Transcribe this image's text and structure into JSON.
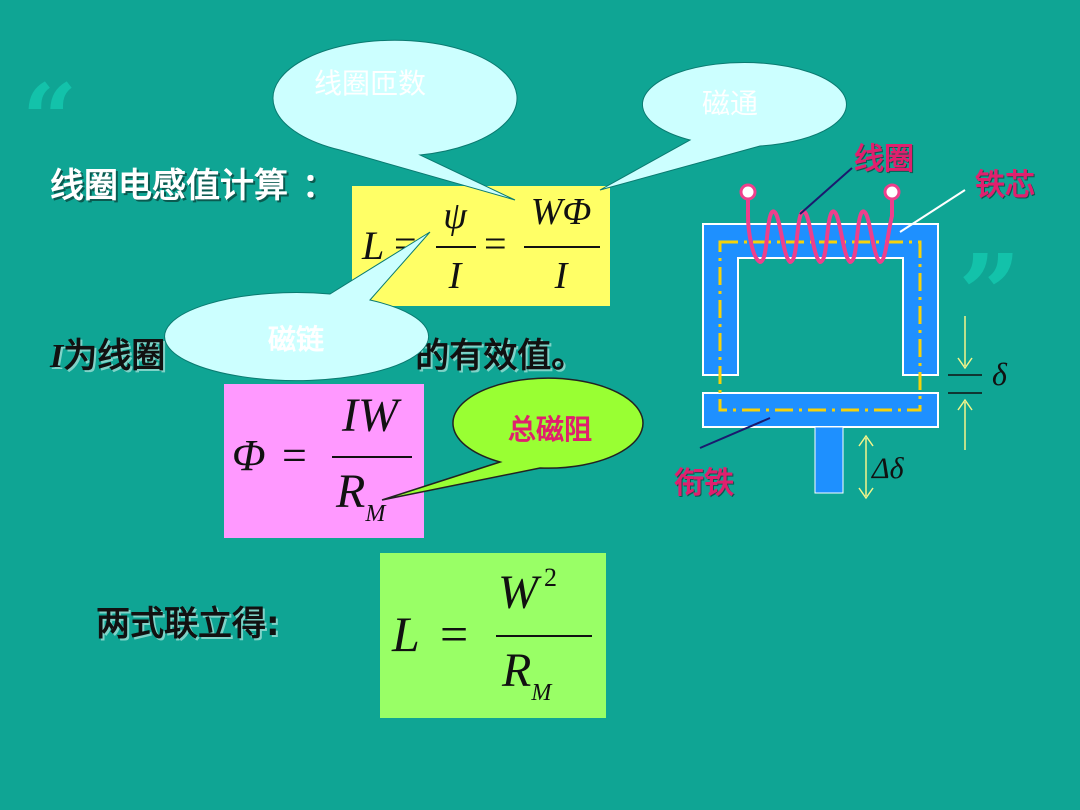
{
  "text": {
    "title": "线圈电感值计算",
    "title_colon": "：",
    "line2_prefix": "I",
    "line2_visible_a": "为线圈",
    "line2_visible_b": "的有效值。",
    "line3": "两式联立得:"
  },
  "formula1": {
    "lhs": "L",
    "frac1_num": "ψ",
    "frac1_den": "I",
    "eq": "=",
    "frac2_num": "WΦ",
    "frac2_den": "I"
  },
  "formula2": {
    "lhs": "Φ",
    "eq": "=",
    "num": "IW",
    "den_main": "R",
    "den_sub": "M"
  },
  "formula3": {
    "lhs": "L",
    "eq": "=",
    "num_main": "W",
    "num_sup": "2",
    "den_main": "R",
    "den_sub": "M"
  },
  "callouts": {
    "turns": "线圈匝数",
    "flux": "磁通",
    "linkage": "磁链",
    "reluctance": "总磁阻"
  },
  "diagram": {
    "coil": "线圈",
    "core": "铁芯",
    "armature": "衔铁",
    "gap": "δ",
    "delta_gap": "Δδ"
  },
  "colors": {
    "background": "#0fa594",
    "formula1_box": "#ffff66",
    "formula2_box": "#ff99ff",
    "formula3_box": "#99ff66",
    "callout_fill": "#ccffff",
    "reluctance_fill": "#99ff33",
    "core_blue": "#1e90ff",
    "coil_pink": "#ee3f8c",
    "label_red": "#e0206e"
  }
}
